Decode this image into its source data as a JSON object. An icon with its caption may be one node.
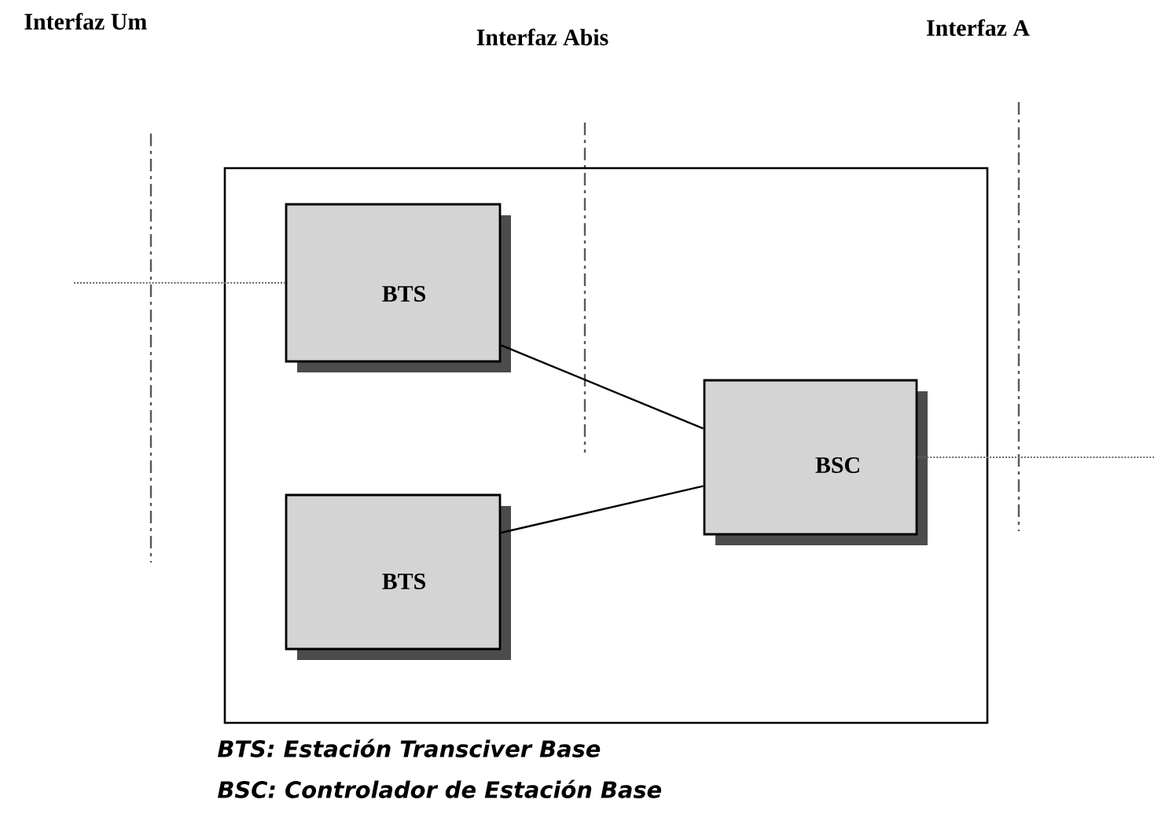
{
  "diagram": {
    "nodes": [
      {
        "text": [],
        "shape": "box"
      },
      {
        "text": [
          "BTS"
        ],
        "in": 0
      },
      {
        "text": [
          "BTS"
        ],
        "in": 0
      },
      {
        "text": [
          "BSC"
        ],
        "in": 0
      }
    ],
    "edges": [
      {
        "from": 1,
        "to": 3,
        "arrow": "none"
      },
      {
        "from": 2,
        "to": 3,
        "arrow": "none"
      },
      {
        "from": null,
        "to": 1,
        "arrow": "none",
        "style": "dashed",
        "color": "#666666"
      },
      {
        "from": 3,
        "to": null,
        "arrow": "none",
        "style": "dashed",
        "color": "#666666"
      }
    ],
    "labels": [
      "Interfaz Um",
      "Interfaz Abis",
      "Interfaz A",
      "BTS: Estación Transciver Base",
      "BSC: Controlador de Estación Base"
    ]
  }
}
